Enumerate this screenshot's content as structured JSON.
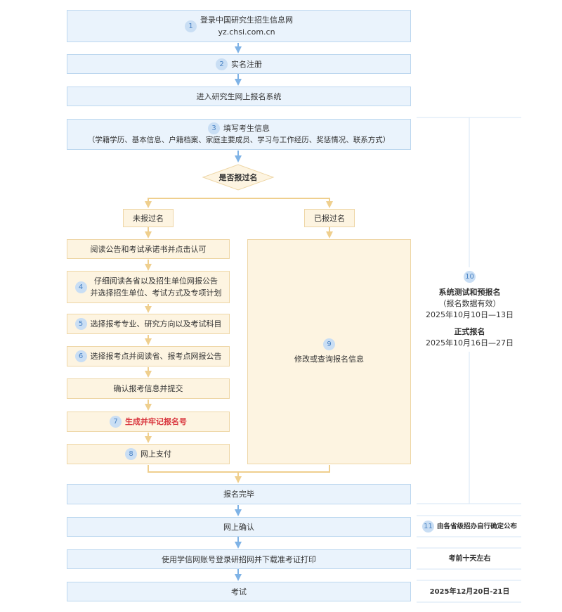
{
  "steps": {
    "s1": {
      "num": "1",
      "line1": "登录中国研究生招生信息网",
      "line2": "yz.chsi.com.cn"
    },
    "s2": {
      "num": "2",
      "text": "实名注册"
    },
    "enter": {
      "text": "进入研究生网上报名系统"
    },
    "s3": {
      "num": "3",
      "line1": "填写考生信息",
      "line2": "（学籍学历、基本信息、户籍档案、家庭主要成员、学习与工作经历、奖惩情况、联系方式）"
    },
    "decision": {
      "text": "是否报过名"
    },
    "not_applied": {
      "text": "未报过名"
    },
    "applied": {
      "text": "已报过名"
    },
    "read_notice": {
      "text": "阅读公告和考试承诺书并点击认可"
    },
    "s4": {
      "num": "4",
      "line1": "仔细阅读各省以及招生单位网报公告",
      "line2": "并选择招生单位、考试方式及专项计划"
    },
    "s5": {
      "num": "5",
      "text": "选择报考专业、研究方向以及考试科目"
    },
    "s6": {
      "num": "6",
      "text": "选择报考点并阅读省、报考点网报公告"
    },
    "confirm_submit": {
      "text": "确认报考信息并提交"
    },
    "s7": {
      "num": "7",
      "text": "生成并牢记报名号"
    },
    "s8": {
      "num": "8",
      "text": "网上支付"
    },
    "s9": {
      "num": "9",
      "text": "修改或查询报名信息"
    },
    "done": {
      "text": "报名完毕"
    },
    "online_confirm": {
      "text": "网上确认"
    },
    "print": {
      "text": "使用学信网账号登录研招网并下载准考证打印"
    },
    "exam": {
      "text": "考试"
    }
  },
  "side": {
    "s10": {
      "num": "10",
      "title1": "系统测试和预报名",
      "sub1": "（报名数据有效）",
      "date1": "2025年10月10日—13日",
      "title2": "正式报名",
      "date2": "2025年10月16日—27日"
    },
    "s11": {
      "num": "11",
      "text": "由各省级招办自行确定公布"
    },
    "print_time": "考前十天左右",
    "exam_date": "2025年12月20日-21日"
  },
  "colors": {
    "blue_arrow": "#7fb3e6",
    "yellow_arrow": "#efcf8e",
    "blue_fill": "#eaf3fc",
    "yellow_fill": "#fdf4e1"
  }
}
